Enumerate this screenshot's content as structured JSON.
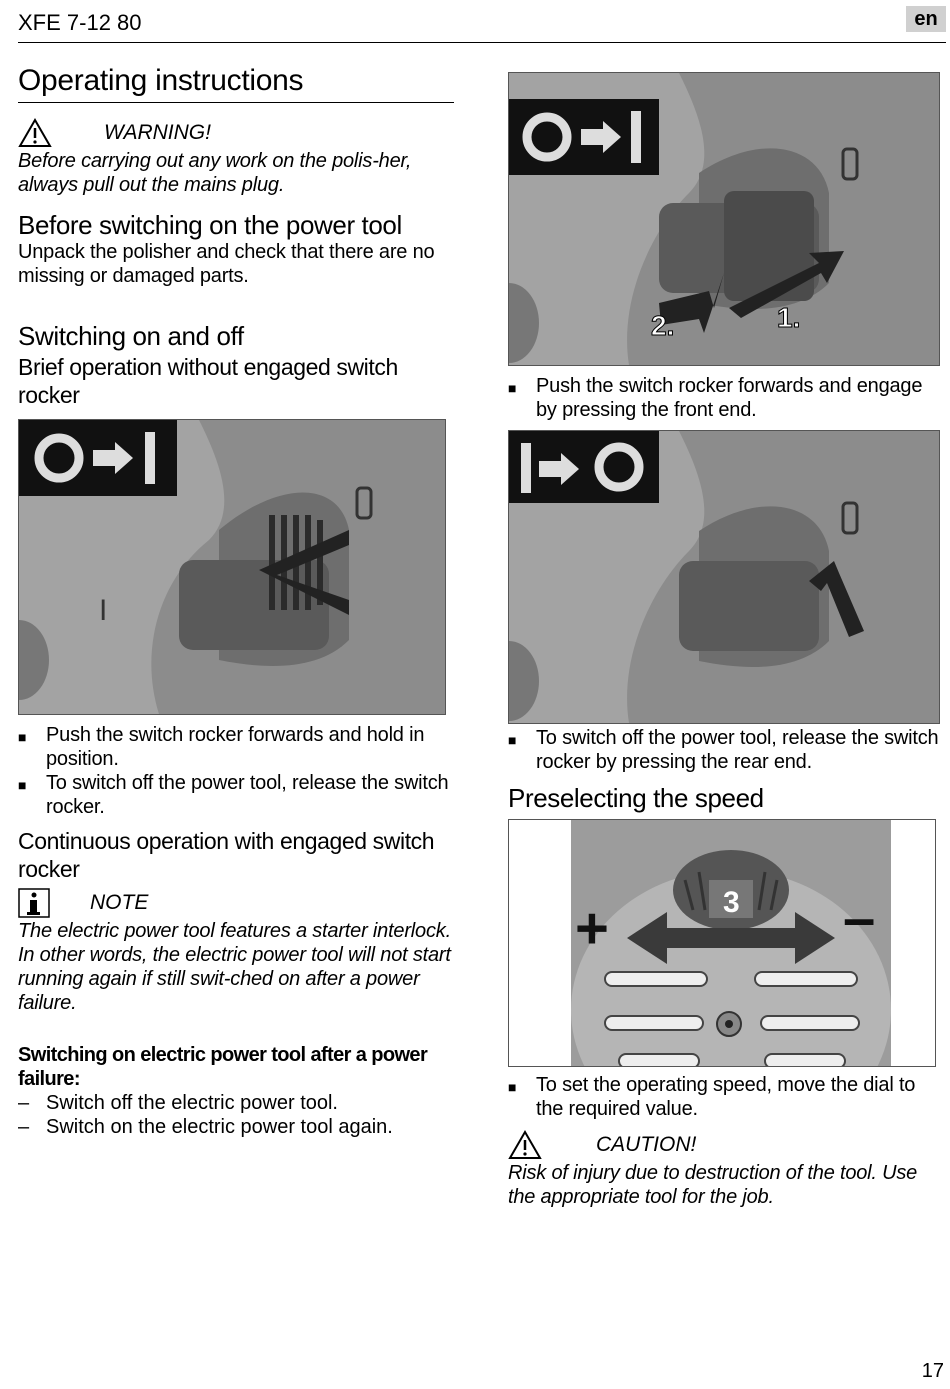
{
  "header": {
    "model": "XFE 7-12 80",
    "lang": "en"
  },
  "page_number": "17",
  "left": {
    "section_title": "Operating instructions",
    "warning": {
      "label": "WARNING!",
      "text": "Before carrying out any work on the polis-her, always pull out the mains plug."
    },
    "before_title": "Before switching on the power tool",
    "before_text": "Unpack the polisher and check that there are no missing or damaged parts.",
    "switch_title": "Switching on and off",
    "brief_title": "Brief operation without engaged switch rocker",
    "bullets": [
      "Push the switch rocker forwards and hold in position.",
      "To switch off the power tool, release the switch rocker."
    ],
    "continuous_title": "Continuous operation with engaged switch rocker",
    "note": {
      "label": "NOTE",
      "text": "The electric power tool features a starter interlock. In other words, the electric power tool will not start running again if still swit-ched on after a power failure."
    },
    "power_fail_title": "Switching on electric power tool after a power failure:",
    "dashes": [
      "Switch off the electric power tool.",
      "Switch on the electric power tool again."
    ]
  },
  "right": {
    "bullet_engage": "Push the switch rocker forwards and engage by pressing the front end.",
    "bullet_release": "To switch off the power tool, release the switch rocker by pressing the rear end.",
    "speed_title": "Preselecting the speed",
    "bullet_speed": "To set the operating speed, move the dial to the required value.",
    "caution": {
      "label": "CAUTION!",
      "text": "Risk of injury due to destruction of the tool. Use the appropriate tool for the job."
    }
  },
  "figures": {
    "switch_symbol_off": "O",
    "switch_symbol_on": "I",
    "step1": "1.",
    "step2": "2.",
    "dial_value": "3",
    "plus": "+",
    "minus": "–"
  },
  "icons": {
    "warning": "warning-triangle-icon",
    "info": "info-icon",
    "bullet": "square-bullet-icon"
  }
}
